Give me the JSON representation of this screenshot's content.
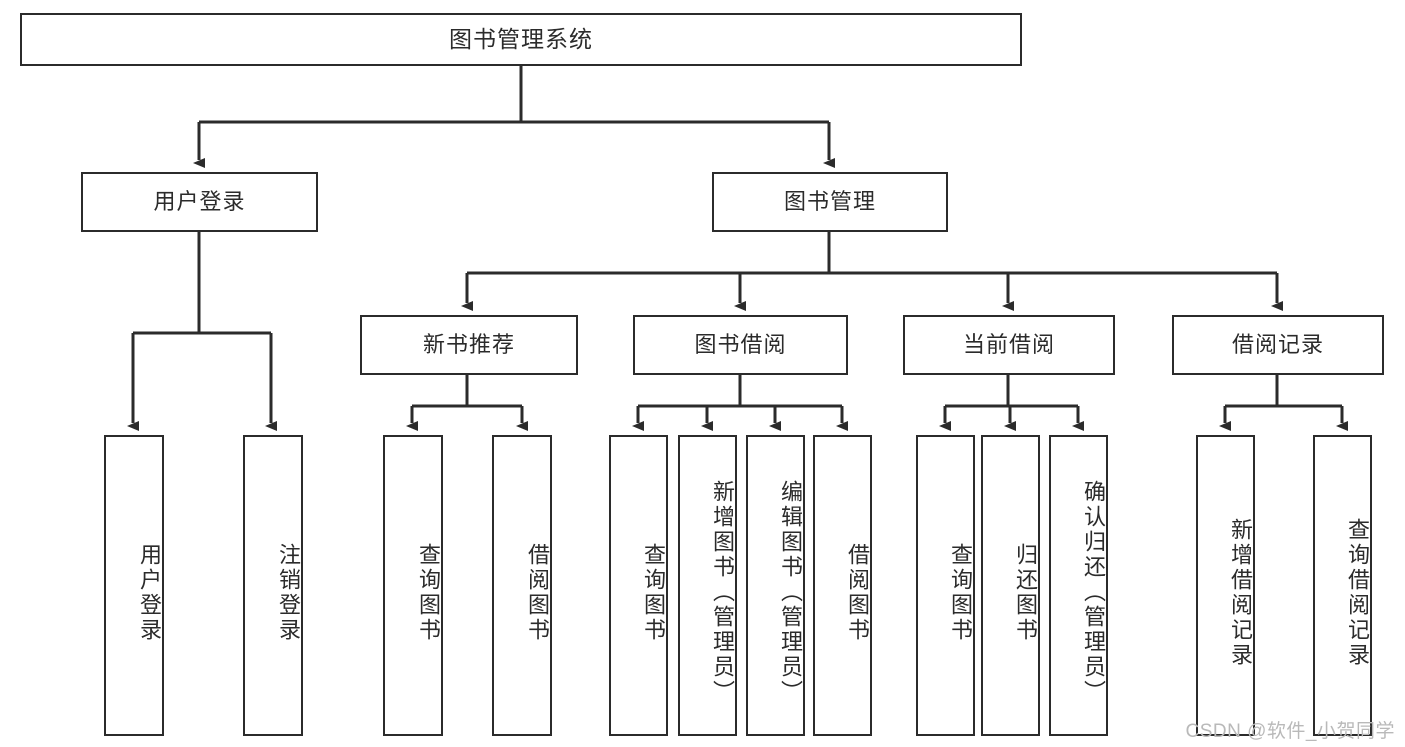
{
  "diagram": {
    "title": "图书管理系统",
    "type": "tree-hierarchy",
    "root": {
      "label": "图书管理系统"
    },
    "level1": [
      {
        "label": "用户登录"
      },
      {
        "label": "图书管理"
      }
    ],
    "level2": [
      {
        "label": "新书推荐"
      },
      {
        "label": "图书借阅"
      },
      {
        "label": "当前借阅"
      },
      {
        "label": "借阅记录"
      }
    ],
    "leaves": {
      "user_login": [
        {
          "label": "用户登录"
        },
        {
          "label": "注销登录"
        }
      ],
      "new_book_recommend": [
        {
          "label": "查询图书"
        },
        {
          "label": "借阅图书"
        }
      ],
      "book_borrow": [
        {
          "label": "查询图书"
        },
        {
          "label": "新增图书（管理员）"
        },
        {
          "label": "编辑图书（管理员）"
        },
        {
          "label": "借阅图书"
        }
      ],
      "current_borrow": [
        {
          "label": "查询图书"
        },
        {
          "label": "归还图书"
        },
        {
          "label": "确认归还（管理员）"
        }
      ],
      "borrow_record": [
        {
          "label": "新增借阅记录"
        },
        {
          "label": "查询借阅记录"
        }
      ]
    }
  },
  "watermark": {
    "text": "CSDN @软件_小贺同学"
  },
  "colors": {
    "stroke": "#2b2b2b",
    "fill": "#ffffff",
    "text": "#2b2b2b",
    "watermark": "#b9b9b9"
  }
}
